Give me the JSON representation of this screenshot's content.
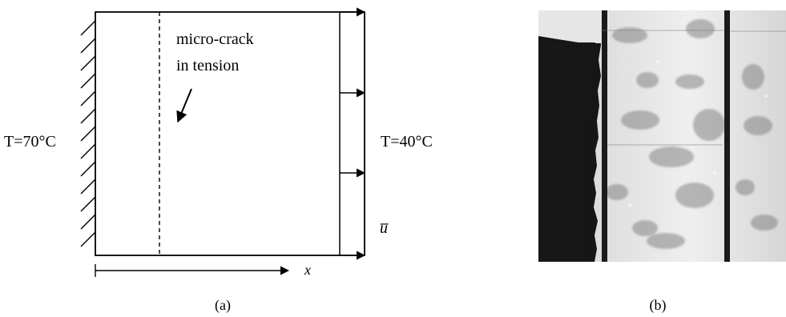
{
  "panel_a": {
    "caption": "(a)",
    "annotation_line1": "micro-crack",
    "annotation_line2": "in tension",
    "left_temperature": "T=70°C",
    "right_temperature": "T=40°C",
    "displacement_label": "u̅",
    "axis_label": "x"
  },
  "panel_b": {
    "caption": "(b)"
  },
  "colors": {
    "line": "#000000",
    "image_dark": "#141414",
    "image_light": "#e6e6e6",
    "image_mottle": "#6f6f6f"
  }
}
